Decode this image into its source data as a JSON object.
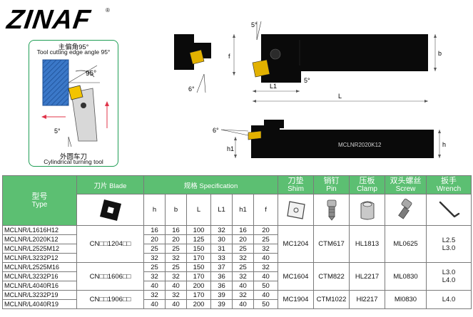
{
  "brand": {
    "logo_text": "ZINAF",
    "registered_mark": "®"
  },
  "info_box": {
    "title_cn": "主偏角95°",
    "title_en": "Tool cutting edge angle 95°",
    "angle_label": "95°",
    "bottom_angle_label": "5°",
    "footer_cn": "外圆车刀",
    "footer_en": "Cylindrical turning tool"
  },
  "drawing_top": {
    "angle_top": "5°",
    "angle_right": "5°",
    "angle_left": "6°",
    "dim_f": "f",
    "dim_b": "b",
    "dim_l1": "L1",
    "dim_l": "L"
  },
  "drawing_side": {
    "angle": "6°",
    "dim_h1": "h1",
    "dim_h": "h",
    "tool_label": "MCLNR2020K12"
  },
  "table": {
    "headers": {
      "type_cn": "型号",
      "type_en": "Type",
      "blade": "刀片 Blade",
      "spec": "规格 Specification",
      "shim_cn": "刀垫",
      "shim_en": "Shim",
      "pin_cn": "销钉",
      "pin_en": "Pin",
      "clamp_cn": "压板",
      "clamp_en": "Clamp",
      "screw_cn": "双头螺丝",
      "screw_en": "Screw",
      "wrench_cn": "扳手",
      "wrench_en": "Wrench"
    },
    "sub_headers": [
      "h",
      "b",
      "L",
      "L1",
      "h1",
      "f"
    ],
    "groups": [
      {
        "blade": "CN□□1204□□",
        "shim": "MC1204",
        "pin": "CTM617",
        "clamp": "HL1813",
        "screw": "ML0625",
        "wrench": [
          "L2.5",
          "L3.0"
        ],
        "rows": [
          {
            "type": "MCLNR/L1616H12",
            "h": "16",
            "b": "16",
            "L": "100",
            "L1": "32",
            "h1": "16",
            "f": "20"
          },
          {
            "type": "MCLNR/L2020K12",
            "h": "20",
            "b": "20",
            "L": "125",
            "L1": "30",
            "h1": "20",
            "f": "25"
          },
          {
            "type": "MCLNR/L2525M12",
            "h": "25",
            "b": "25",
            "L": "150",
            "L1": "31",
            "h1": "25",
            "f": "32"
          },
          {
            "type": "MCLNR/L3232P12",
            "h": "32",
            "b": "32",
            "L": "170",
            "L1": "33",
            "h1": "32",
            "f": "40"
          }
        ]
      },
      {
        "blade": "CN□□1606□□",
        "shim": "MC1604",
        "pin": "CTM822",
        "clamp": "HL2217",
        "screw": "ML0830",
        "wrench": [
          "L3.0",
          "L4.0"
        ],
        "rows": [
          {
            "type": "MCLNR/L2525M16",
            "h": "25",
            "b": "25",
            "L": "150",
            "L1": "37",
            "h1": "25",
            "f": "32"
          },
          {
            "type": "MCLNR/L3232P16",
            "h": "32",
            "b": "32",
            "L": "170",
            "L1": "36",
            "h1": "32",
            "f": "40"
          },
          {
            "type": "MCLNR/L4040R16",
            "h": "40",
            "b": "40",
            "L": "200",
            "L1": "36",
            "h1": "40",
            "f": "50"
          }
        ]
      },
      {
        "blade": "CN□□1906□□",
        "shim": "MC1904",
        "pin": "CTM1022",
        "clamp": "Hl2217",
        "screw": "Ml0830",
        "wrench": [
          "L4.0"
        ],
        "rows": [
          {
            "type": "MCLNR/L3232P19",
            "h": "32",
            "b": "32",
            "L": "170",
            "L1": "39",
            "h1": "32",
            "f": "40"
          },
          {
            "type": "MCLNR/L4040R19",
            "h": "40",
            "b": "40",
            "L": "200",
            "L1": "39",
            "h1": "40",
            "f": "50"
          }
        ]
      }
    ]
  }
}
